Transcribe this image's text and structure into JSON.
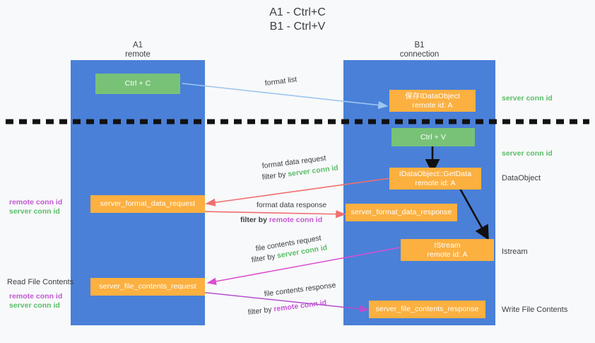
{
  "title": {
    "line1": "A1 - Ctrl+C",
    "line2": "B1 - Ctrl+V"
  },
  "columns": {
    "a": {
      "name": "A1",
      "role": "remote"
    },
    "b": {
      "name": "B1",
      "role": "connection"
    }
  },
  "nodes": {
    "ctrl_c": {
      "label": "Ctrl + C"
    },
    "ctrl_v": {
      "label": "Ctrl + V"
    },
    "save_dataobject": {
      "line1": "保存IDataObject",
      "line2": "remote id: A"
    },
    "getdata": {
      "line1": "IDataObject::GetData",
      "line2": "remote id: A"
    },
    "istream": {
      "line1": "IStream",
      "line2": "remote id: A"
    },
    "fmt_req": {
      "label": "server_format_data_request"
    },
    "fmt_resp": {
      "label": "server_format_data_response"
    },
    "file_req": {
      "label": "server_file_contents_request"
    },
    "file_resp": {
      "label": "server_file_contents_response"
    }
  },
  "edge_labels": {
    "format_list": "format list",
    "format_data_request": "format data request",
    "format_data_response": "format data response",
    "file_contents_request": "file contents request",
    "file_contents_response": "file contents response",
    "filter_by": "filter by ",
    "server_conn_id": "server conn id",
    "remote_conn_id": "remote conn id"
  },
  "right_labels": {
    "server_conn_id_top": "server conn id",
    "server_conn_id_mid": "server conn id",
    "dataobject": "DataObject",
    "istream": "Istream",
    "write_file_contents": "Write File Contents"
  },
  "left_labels": {
    "remote_conn_id_1": "remote conn id",
    "server_conn_id_1": "server conn id",
    "read_file_contents": "Read File Contents",
    "remote_conn_id_2": "remote conn id",
    "server_conn_id_2": "server conn id"
  },
  "colors": {
    "lane": "#4a80d8",
    "green_box": "#78c278",
    "orange_box": "#fbb040",
    "blue_arrow": "#9dc6f0",
    "red_arrow": "#ef6f6f",
    "magenta_arrow": "#d94fd0",
    "purple_arrow": "#a855c8",
    "black_arrow": "#1a1a1a",
    "green_text": "#5bbd6a",
    "pink_text": "#c457d4",
    "background": "#f8f9fa"
  }
}
